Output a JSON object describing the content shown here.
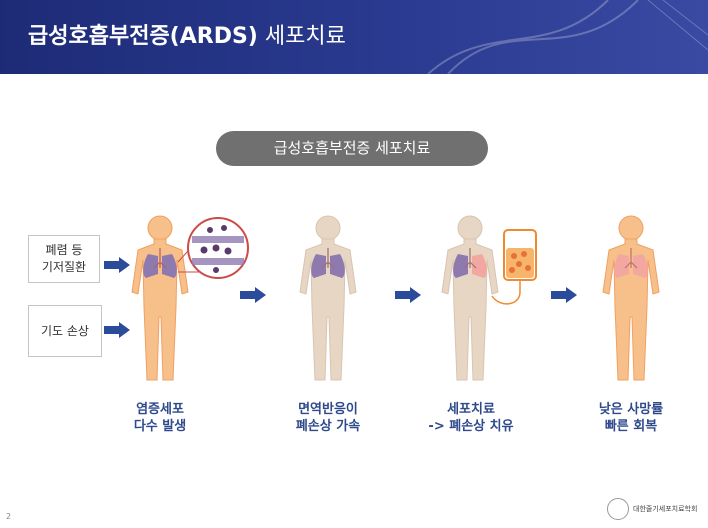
{
  "header": {
    "title_bold": "급성호흡부전증(ARDS)",
    "title_rest": "세포치료"
  },
  "pill_label": "급성호흡부전증 세포치료",
  "causes": [
    "폐렴 등\n기저질환",
    "기도 손상"
  ],
  "steps": [
    {
      "line1": "염증세포",
      "line2": "다수 발생"
    },
    {
      "line1": "면역반응이",
      "line2": "폐손상 가속"
    },
    {
      "line1": "세포치료",
      "line2": "-> 폐손상 치유"
    },
    {
      "line1": "낮은 사망률",
      "line2": "빠른 회복"
    }
  ],
  "page_number": "2",
  "logo": {
    "name": "대한줄기세포치료학회"
  },
  "colors": {
    "header": "#1d2b77",
    "arrow": "#2b4c9a",
    "caption": "#2e4a8c",
    "body_orange": "#f7c08a",
    "body_beige": "#e8d6c4",
    "lung_purple": "#8f7ab0",
    "lung_pink": "#f2a8a0"
  }
}
